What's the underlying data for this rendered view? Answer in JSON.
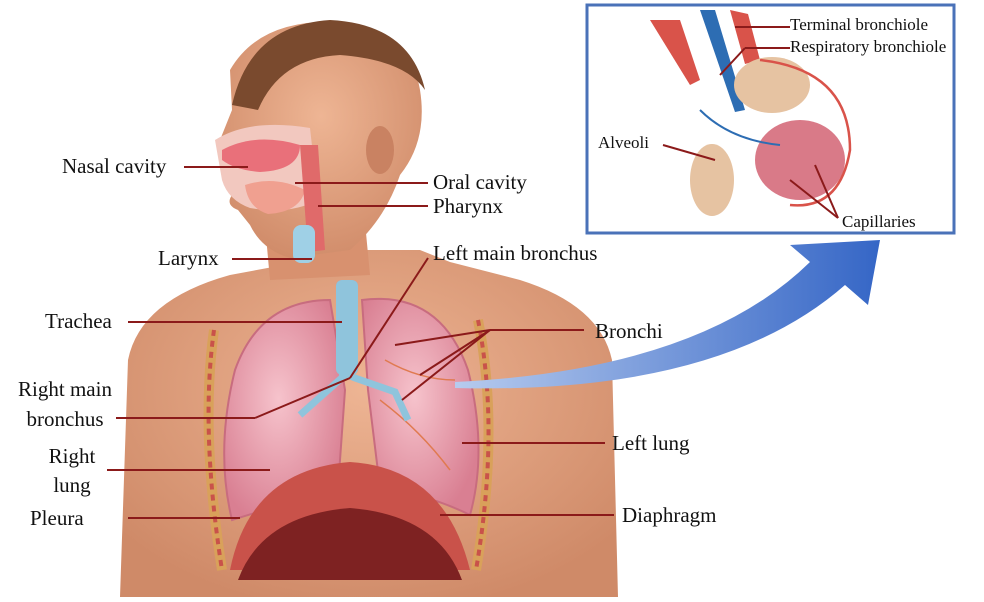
{
  "labels": {
    "nasal_cavity": "Nasal cavity",
    "oral_cavity": "Oral cavity",
    "pharynx": "Pharynx",
    "larynx": "Larynx",
    "left_main_bronchus": "Left main bronchus",
    "trachea": "Trachea",
    "bronchi": "Bronchi",
    "right_main_bronchus_1": "Right main",
    "right_main_bronchus_2": "bronchus",
    "right_lung_1": "Right",
    "right_lung_2": "lung",
    "left_lung": "Left lung",
    "pleura": "Pleura",
    "diaphragm": "Diaphragm"
  },
  "inset": {
    "terminal_bronchiole": "Terminal bronchiole",
    "respiratory_bronchiole": "Respiratory bronchiole",
    "alveoli": "Alveoli",
    "capillaries": "Capillaries"
  },
  "colors": {
    "leader_line": "#8b1a1a",
    "inset_border": "#4a72b8",
    "arrow": "#3f6fc9",
    "skin": "#e2a382",
    "lung": "#e89aab",
    "trachea": "#8fc4dc",
    "diaphragm": "#c9524a"
  }
}
